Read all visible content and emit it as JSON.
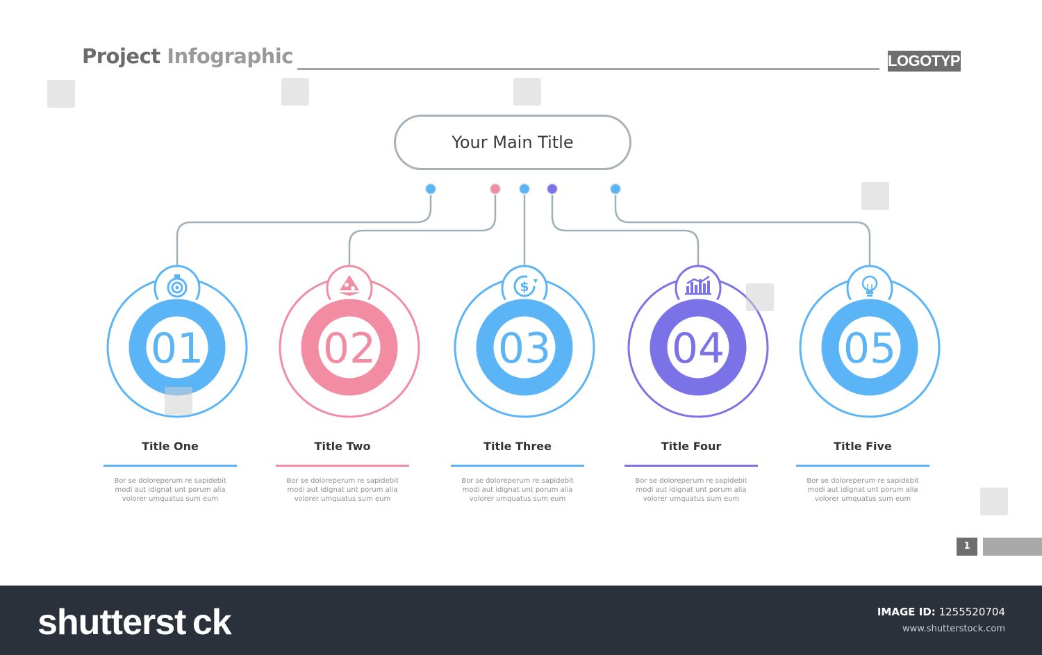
{
  "header": {
    "title_part1": "Project",
    "title_part2": "Infographic",
    "logotype": "LOGOTYPE"
  },
  "main_title": "Your Main Title",
  "items": [
    {
      "number": "01",
      "title": "Title One",
      "icon": "stopwatch-icon",
      "color": "#5ab4f5",
      "body": [
        "Bor se doloreperum re sapidebit",
        "modi aut idignat unt porum alia",
        "volorer umquatus sum eum"
      ]
    },
    {
      "number": "02",
      "title": "Title Two",
      "icon": "recycle-icon",
      "color": "#f28ca3",
      "body": [
        "Bor se doloreperum re sapidebit",
        "modi aut idignat unt porum alia",
        "volorer umquatus sum eum"
      ]
    },
    {
      "number": "03",
      "title": "Title Three",
      "icon": "dollar-cycle-icon",
      "color": "#5ab4f5",
      "body": [
        "Bor se doloreperum re sapidebit",
        "modi aut idignat unt porum alia",
        "volorer umquatus sum eum"
      ]
    },
    {
      "number": "04",
      "title": "Title Four",
      "icon": "bar-chart-icon",
      "color": "#7a72e6",
      "body": [
        "Bor se doloreperum re sapidebit",
        "modi aut idignat unt porum alia",
        "volorer umquatus sum eum"
      ]
    },
    {
      "number": "05",
      "title": "Title Five",
      "icon": "lightbulb-icon",
      "color": "#5ab4f5",
      "body": [
        "Bor se doloreperum re sapidebit",
        "modi aut idignat unt porum alia",
        "volorer umquatus sum eum"
      ]
    }
  ],
  "colors": {
    "connector": "#9fb0b8",
    "dot_blue": "#5ab4f5",
    "dot_pink": "#f28ca3",
    "dot_purple": "#7a72e6"
  },
  "page_number": "1",
  "footer": {
    "brand": "shutterst ck",
    "image_id_label": "IMAGE ID:",
    "image_id": "1255520704",
    "url": "www.shutterstock.com"
  }
}
